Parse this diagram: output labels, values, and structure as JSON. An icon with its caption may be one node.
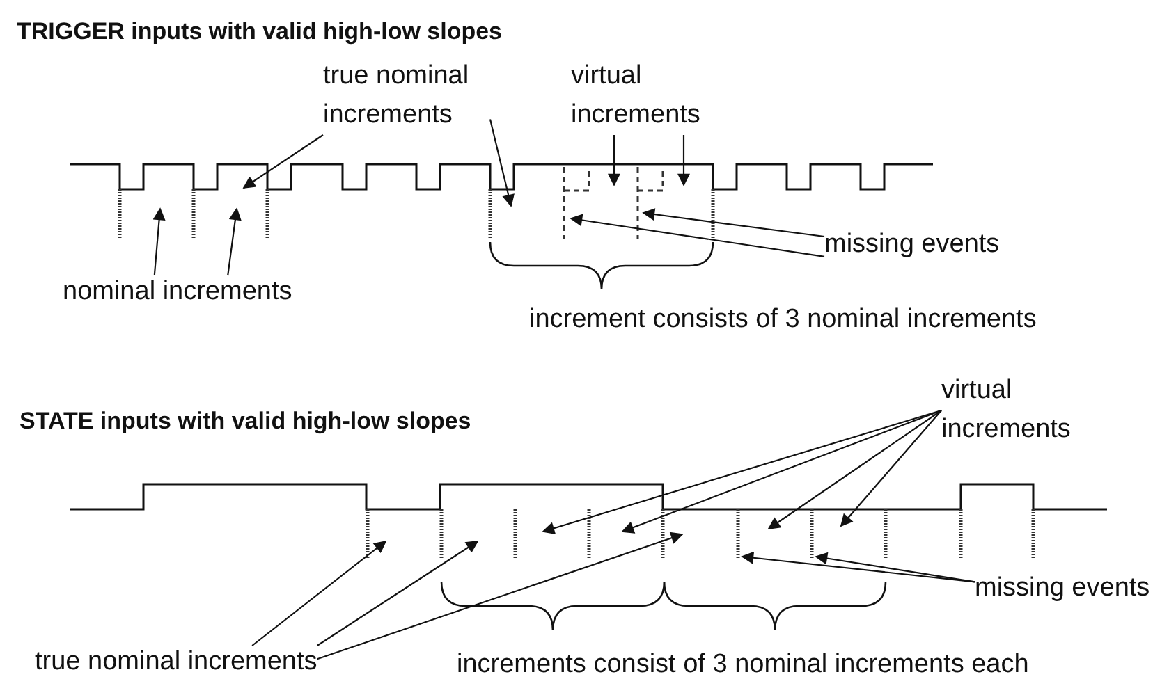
{
  "diagram": {
    "nodes": [
      {
        "text": [
          "true nominal increments"
        ]
      },
      {
        "text": [
          "virtual increments"
        ]
      },
      {
        "text": [
          "nominal increments"
        ]
      },
      {
        "text": [
          "missing events"
        ]
      },
      {
        "text": [
          "virtual increments"
        ]
      },
      {
        "text": [
          "missing events"
        ]
      },
      {
        "text": [
          "true nominal increments"
        ]
      },
      {
        "text": [],
        "shape": "picture"
      },
      {
        "text": [],
        "shape": "picture"
      }
    ],
    "edges": [
      {
        "from": 0,
        "to": 7,
        "arrow": "to"
      },
      {
        "from": 0,
        "to": 7,
        "arrow": "to"
      },
      {
        "from": 1,
        "to": 7,
        "arrow": "to"
      },
      {
        "from": 1,
        "to": 7,
        "arrow": "to"
      },
      {
        "from": 2,
        "to": 7,
        "arrow": "to"
      },
      {
        "from": 2,
        "to": 7,
        "arrow": "to"
      },
      {
        "from": 3,
        "to": 7,
        "arrow": "to"
      },
      {
        "from": 3,
        "to": 7,
        "arrow": "to"
      },
      {
        "from": 4,
        "to": 8,
        "arrow": "to"
      },
      {
        "from": 4,
        "to": 8,
        "arrow": "to"
      },
      {
        "from": 4,
        "to": 8,
        "arrow": "to"
      },
      {
        "from": 4,
        "to": 8,
        "arrow": "to"
      },
      {
        "from": 5,
        "to": 8,
        "arrow": "to"
      },
      {
        "from": 5,
        "to": 8,
        "arrow": "to"
      },
      {
        "from": 6,
        "to": 8,
        "arrow": "to"
      },
      {
        "from": 6,
        "to": 8,
        "arrow": "to"
      },
      {
        "from": 6,
        "to": 8,
        "arrow": "to"
      }
    ],
    "labels": [
      "TRIGGER inputs with valid high-low slopes",
      "increment consists of 3 nominal increments",
      "STATE inputs with valid high-low slopes",
      "increments consist of 3 nominal increments each"
    ]
  }
}
